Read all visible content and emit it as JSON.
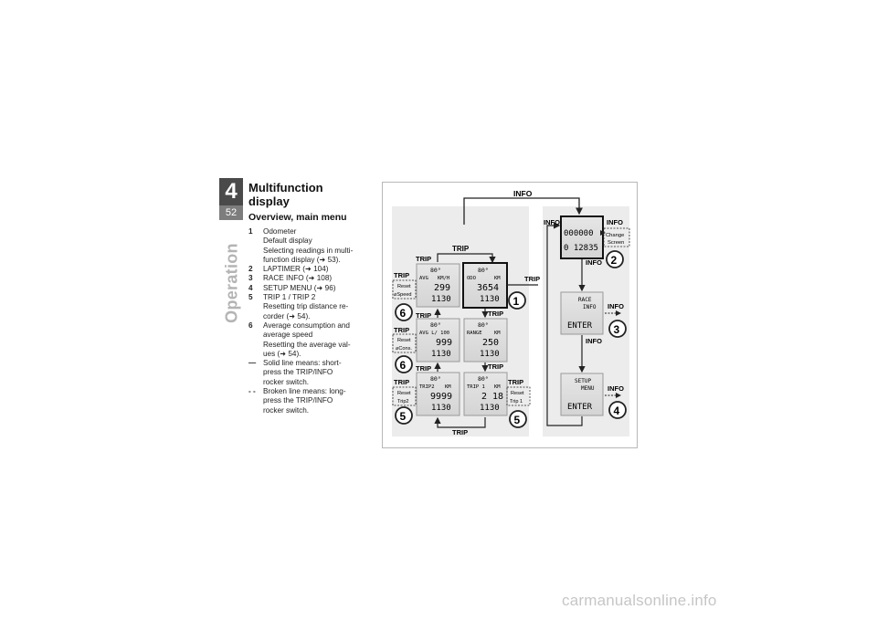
{
  "chapter": {
    "number": "4",
    "page": "52",
    "section": "Operation"
  },
  "title": "Multifunction display",
  "subtitle": "Overview, main menu",
  "items": [
    {
      "key": "1",
      "lines": [
        "Odometer",
        "Default display",
        "Selecting readings in multi-",
        "function display  (➜ 53)."
      ]
    },
    {
      "key": "2",
      "lines": [
        "LAPTIMER  (➜ 104)"
      ]
    },
    {
      "key": "3",
      "lines": [
        "RACE INFO  (➜ 108)"
      ]
    },
    {
      "key": "4",
      "lines": [
        "SETUP MENU  (➜ 96)"
      ]
    },
    {
      "key": "5",
      "lines": [
        "TRIP 1 / TRIP 2",
        "Resetting trip distance re-",
        "corder  (➜ 54)."
      ]
    },
    {
      "key": "6",
      "lines": [
        "Average consumption and",
        "average speed",
        "Resetting the average val-",
        "ues  (➜ 54)."
      ]
    },
    {
      "key": "—",
      "lines": [
        "Solid line means:  short-",
        "press the TRIP/INFO",
        "rocker switch."
      ]
    },
    {
      "key": "- -",
      "lines": [
        "Broken line means:  long-",
        "press the TRIP/INFO",
        "rocker switch."
      ]
    }
  ],
  "diagram": {
    "labels": {
      "info": "INFO",
      "trip": "TRIP",
      "reset": "Reset",
      "speed": "⌀Speed",
      "cons": "⌀Cons.",
      "trip2": "Trip2",
      "trip1": "Trip 1",
      "change": "Change",
      "screen": "Screen"
    },
    "screens": {
      "avg_speed": {
        "temp": "80°",
        "label": "AVG",
        "unit": "KM/H",
        "value": "299",
        "time": "1130"
      },
      "odo": {
        "temp": "80°",
        "label": "ODO",
        "unit": "KM",
        "value": "3654",
        "time": "1130"
      },
      "avg_cons": {
        "temp": "80°",
        "label": "AVG L/ 100",
        "unit": "",
        "value": "999",
        "time": "1130"
      },
      "range": {
        "temp": "80°",
        "label": "RANGE",
        "unit": "KM",
        "value": "250",
        "time": "1130"
      },
      "trip2": {
        "temp": "80°",
        "label": "TRIP2",
        "unit": "KM",
        "value": "9999",
        "time": "1130"
      },
      "trip1": {
        "temp": "80°",
        "label": "TRIP 1",
        "unit": "KM",
        "value": "2 18",
        "time": "1130"
      },
      "laptimer": {
        "line1": "000000",
        "line2": "0 12835"
      },
      "race_info": {
        "line1": "RACE",
        "line2": "INFO",
        "enter": "ENTER"
      },
      "setup": {
        "line1": "SETUP",
        "line2": "MENU",
        "enter": "ENTER"
      }
    },
    "callouts": [
      "1",
      "2",
      "3",
      "4",
      "5",
      "5",
      "6",
      "6"
    ]
  },
  "watermark": "carmanualsonline.info"
}
